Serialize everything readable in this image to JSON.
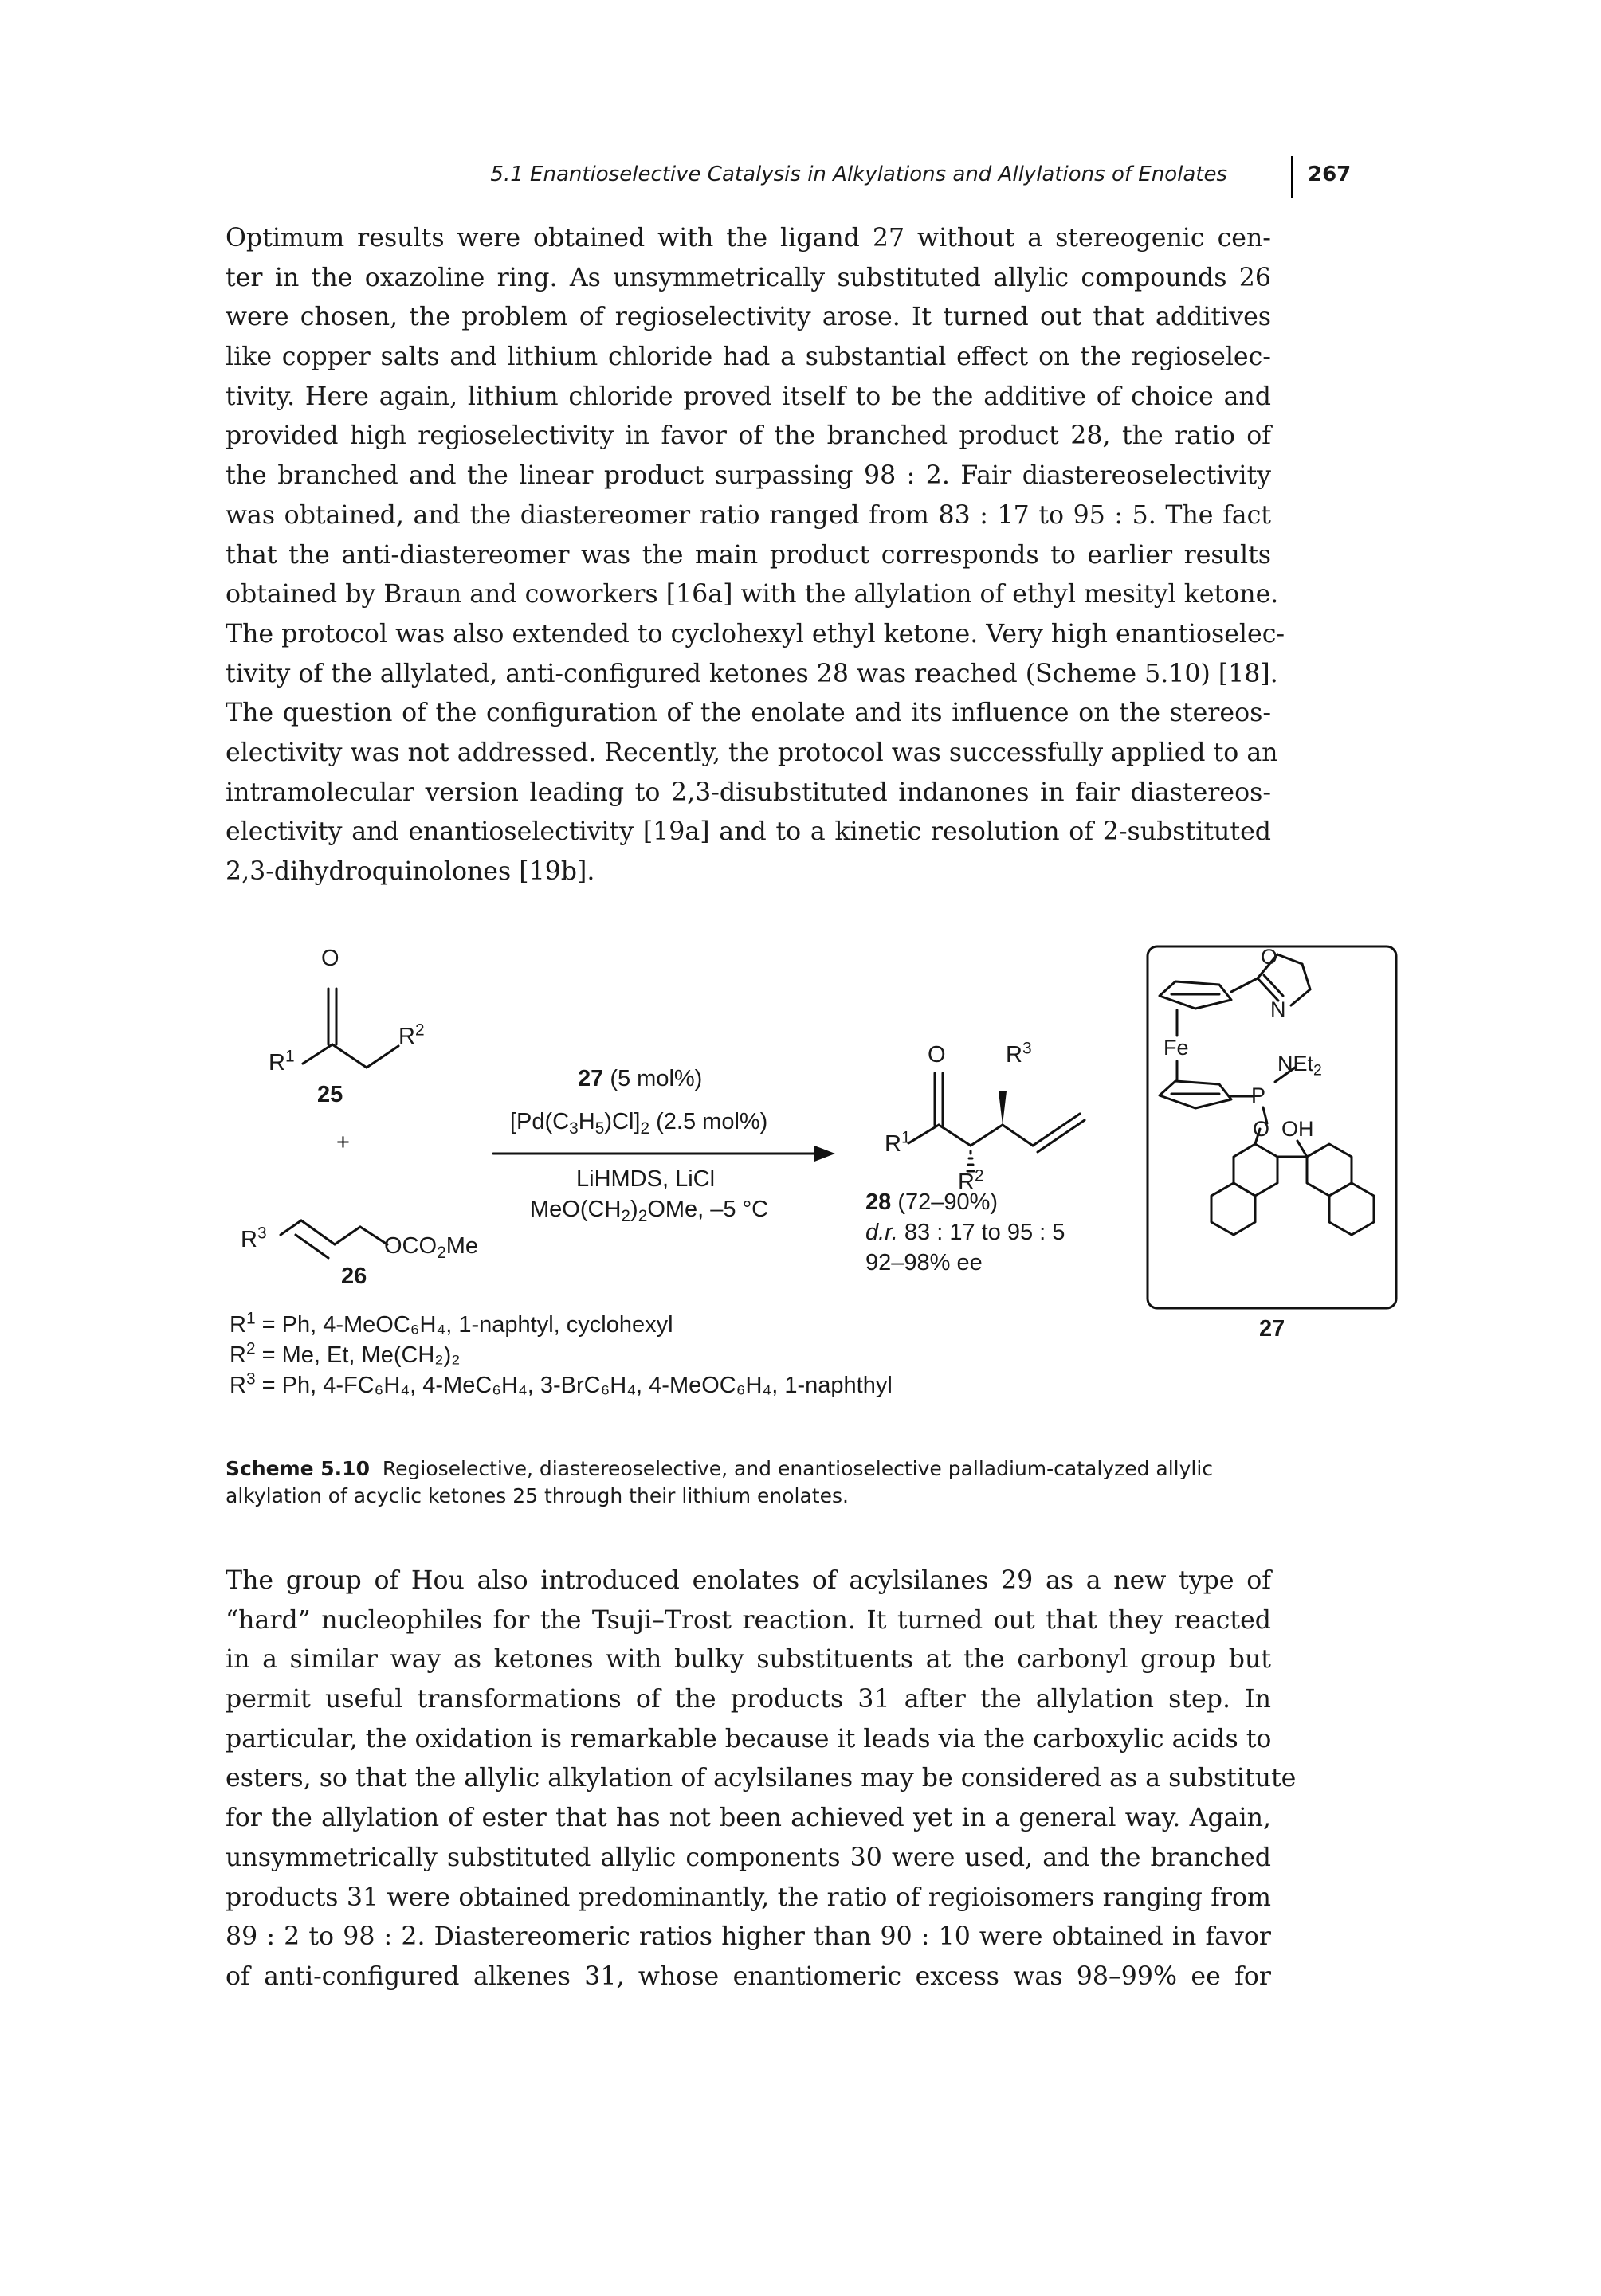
{
  "header": {
    "title": "5.1  Enantioselective Catalysis in Alkylations and Allylations of Enolates",
    "page_number": "267"
  },
  "paragraph1": [
    "Optimum results were obtained with the ligand 27 without a stereogenic cen-",
    "ter in the oxazoline ring. As unsymmetrically substituted allylic compounds 26",
    "were chosen, the problem of regioselectivity arose. It turned out that additives",
    "like copper salts and lithium chloride had a substantial effect on the regioselec-",
    "tivity. Here again, lithium chloride proved itself to be the additive of choice and",
    "provided high regioselectivity in favor of the branched product 28, the ratio of",
    "the branched and the linear product surpassing 98 : 2. Fair diastereoselectivity",
    "was obtained, and the diastereomer ratio ranged from 83 : 17 to 95 : 5. The fact",
    "that the anti-diastereomer was the main product corresponds to earlier results",
    "obtained by Braun and coworkers [16a] with the allylation of ethyl mesityl ketone.",
    "The protocol was also extended to cyclohexyl ethyl ketone. Very high enantioselec-",
    "tivity of the allylated, anti-configured ketones 28 was reached (Scheme 5.10) [18].",
    "The question of the configuration of the enolate and its influence on the stereos-",
    "electivity was not addressed. Recently, the protocol was successfully applied to an",
    "intramolecular version leading to 2,3-disubstituted indanones in fair diastereos-",
    "electivity and enantioselectivity [19a] and to a kinetic resolution of 2-substituted",
    "2,3-dihydroquinolones [19b]."
  ],
  "scheme": {
    "O": "O",
    "R1": "R",
    "R1_sup": "1",
    "R2": "R",
    "R2_sup": "2",
    "R3": "R",
    "R3_sup": "3",
    "cmpd25": "25",
    "cmpd26": "26",
    "cmpd27": "27",
    "cmpd28": "28",
    "plus": "+",
    "oco2me_a": "OCO",
    "oco2me_b": "2",
    "oco2me_c": "Me",
    "cond1_num": "27",
    "cond1_rest": " (5 mol%)",
    "cond2_a": "[Pd(C",
    "cond2_b": "3",
    "cond2_c": "H",
    "cond2_d": "5",
    "cond2_e": ")Cl]",
    "cond2_f": "2",
    "cond2_g": " (2.5 mol%)",
    "cond3": "LiHMDS, LiCl",
    "cond4_a": "MeO(CH",
    "cond4_b": "2",
    "cond4_c": ")",
    "cond4_d": "2",
    "cond4_e": "OMe, –5 °C",
    "yield": " (72–90%)",
    "dr_label": "d.r.",
    "dr_value": " 83 : 17 to 95 : 5",
    "ee": "92–98% ee",
    "Fe": "Fe",
    "P": "P",
    "N": "N",
    "NEt2_a": "NEt",
    "NEt2_b": "2",
    "OH": "OH",
    "defs": {
      "r1_line": " = Ph, 4-MeOC₆H₄, 1-naphtyl, cyclohexyl",
      "r2_line": " = Me, Et, Me(CH₂)₂",
      "r3_line": " = Ph, 4-FC₆H₄, 4-MeC₆H₄, 3-BrC₆H₄, 4-MeOC₆H₄, 1-naphthyl"
    }
  },
  "caption": {
    "label": "Scheme 5.10",
    "text": "Regioselective, diastereoselective, and enantioselective palladium-catalyzed allylic alkylation of acyclic ketones 25 through their lithium enolates."
  },
  "paragraph2": [
    "The group of Hou also introduced enolates of acylsilanes 29 as a new type of",
    "“hard” nucleophiles for the Tsuji–Trost reaction. It turned out that they reacted",
    "in a similar way as ketones with bulky substituents at the carbonyl group but",
    "permit useful transformations of the products 31 after the allylation step. In",
    "particular, the oxidation is remarkable because it leads via the carboxylic acids to",
    "esters, so that the allylic alkylation of acylsilanes may be considered as a substitute",
    "for the allylation of ester that has not been achieved yet in a general way. Again,",
    "unsymmetrically substituted allylic components 30 were used, and the branched",
    "products 31 were obtained predominantly, the ratio of regioisomers ranging from",
    "89 : 2 to 98 : 2. Diastereomeric ratios higher than 90 : 10 were obtained in favor",
    "of anti-configured alkenes 31, whose enantiomeric excess was 98–99% ee for"
  ]
}
